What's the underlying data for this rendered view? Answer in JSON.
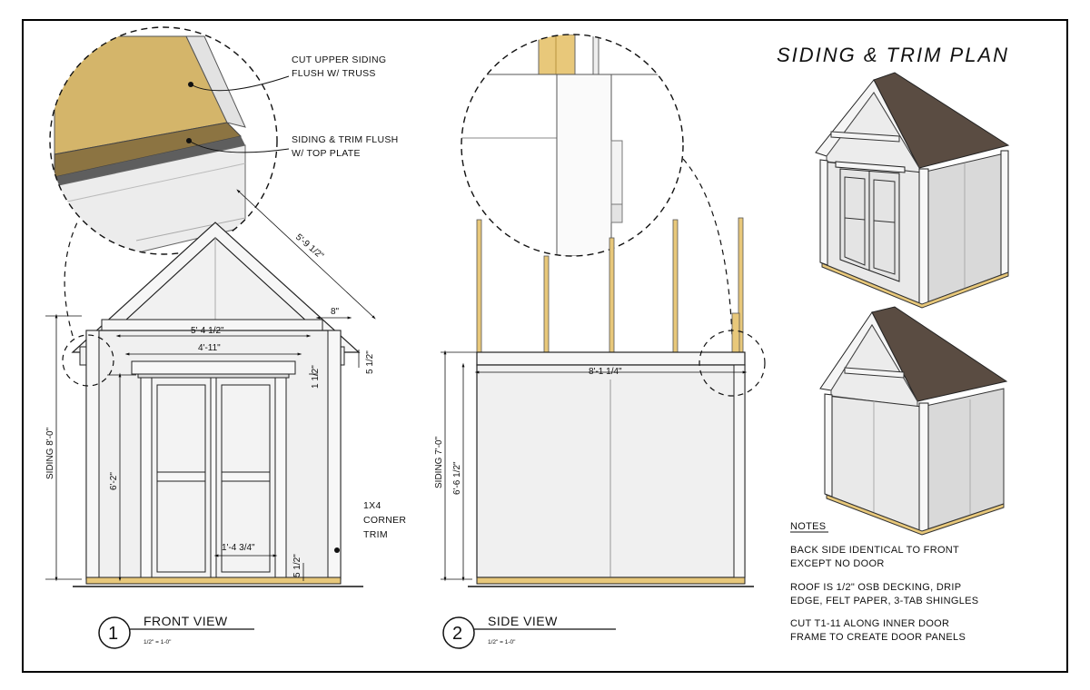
{
  "sheet": {
    "title": "SIDING & TRIM PLAN",
    "colors": {
      "border": "#000000",
      "siding": "#efefef",
      "trim": "#f7f7f7",
      "lumber": "#e8c87a",
      "roof": "#5a4c42",
      "line": "#222222"
    }
  },
  "front_view": {
    "number": "1",
    "title": "FRONT VIEW",
    "scale": "1/2\" = 1-0\"",
    "dims": {
      "siding_height": "SIDING 8'-0\"",
      "door_height": "6'-2\"",
      "rafter_length": "5'-9 1/2\"",
      "overhang": "8\"",
      "header_width": "5'-4 1/2\"",
      "door_opening": "4'-11\"",
      "fascia": "5 1/2\"",
      "header_trim": "1 1/2\"",
      "door_panel": "1'-4 3/4\"",
      "base_trim": "5 1/2\""
    },
    "callouts": {
      "cut_siding_1": "CUT UPPER SIDING",
      "cut_siding_2": "FLUSH W/ TRUSS",
      "flush_top_1": "SIDING & TRIM FLUSH",
      "flush_top_2": "W/ TOP PLATE",
      "corner_trim_1": "1X4",
      "corner_trim_2": "CORNER",
      "corner_trim_3": "TRIM"
    }
  },
  "side_view": {
    "number": "2",
    "title": "SIDE VIEW",
    "scale": "1/2\" = 1-0\"",
    "dims": {
      "siding_height": "SIDING 7'-0\"",
      "wall_height": "6'-6 1/2\"",
      "length": "8'-1 1/4\""
    }
  },
  "notes": {
    "heading": "NOTES",
    "items": [
      {
        "line1": "BACK SIDE IDENTICAL TO FRONT",
        "line2": "EXCEPT NO DOOR"
      },
      {
        "line1": "ROOF IS 1/2\" OSB DECKING, DRIP",
        "line2": "EDGE, FELT PAPER, 3-TAB SHINGLES"
      },
      {
        "line1": "CUT T1-11 ALONG INNER DOOR",
        "line2": "FRAME TO CREATE DOOR PANELS"
      }
    ]
  }
}
